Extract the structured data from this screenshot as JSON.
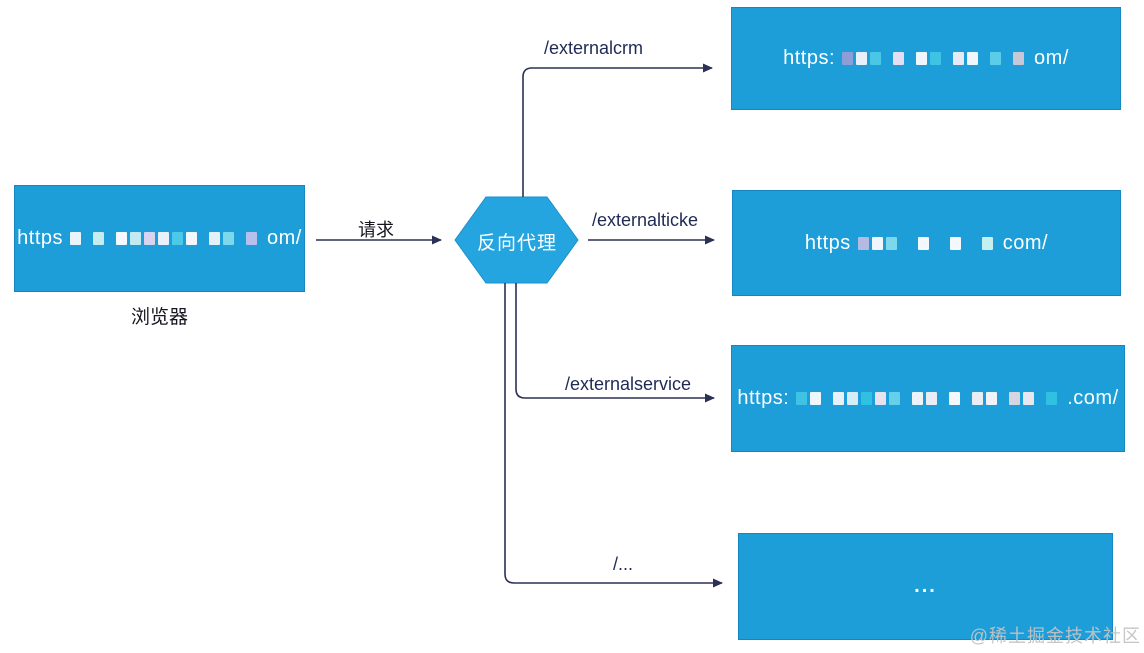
{
  "colors": {
    "node_fill": "#1d9ed9",
    "node_border": "#1486c4",
    "hexagon_fill": "#25a5e0",
    "hexagon_stroke": "#1b90cd",
    "line": "#2b3055",
    "label": "#1f2a55",
    "text_dark": "#15161f",
    "url_text": "#ffffff",
    "watermark": "#c3c3c5"
  },
  "browser": {
    "url_prefix": "https",
    "url_suffix": "om/",
    "caption": "浏览器",
    "censor": [
      "#e9f5fb",
      "",
      "#c6ecf2",
      "",
      "#f3f9fe",
      "#c3e9f1",
      "#d8d3ee",
      "#e9f2fb",
      "#4cc9e8",
      "#f1f7fd",
      "",
      "#e5f1f9",
      "#7ed8ec",
      "",
      "#b5c1ec"
    ]
  },
  "request": {
    "label": "请求"
  },
  "proxy": {
    "label": "反向代理"
  },
  "routes": [
    {
      "path": "/externalcrm",
      "url_prefix": "https:",
      "url_suffix": "om/",
      "censor": [
        "#8c9dd8",
        "#e9f0fa",
        "#4ac7e6",
        "",
        "#e3def0",
        "",
        "#eff6fc",
        "#3ec3e4",
        "",
        "#e9e9f3",
        "#f0f6fc",
        "",
        "#5ccde9",
        "",
        "#c7c7d8"
      ]
    },
    {
      "path": "/externalticke",
      "url_prefix": "https",
      "url_suffix": "com/",
      "censor": [
        "#b4bae2",
        "#f1f6fc",
        "#7ed8ec",
        "",
        "",
        "#f3f8fd",
        "",
        "",
        "#f3f8fd",
        "",
        "",
        "#c6f0f0"
      ]
    },
    {
      "path": "/externalservice",
      "url_prefix": "https:",
      "url_suffix": ".com/",
      "censor": [
        "#3ec3e4",
        "#eff6fc",
        "",
        "#e8f0f8",
        "#d6edf8",
        "#2fc0e2",
        "#e6e2f0",
        "#66cfe9",
        "",
        "#eef3f9",
        "#e9eef6",
        "",
        "#f3f8fd",
        "",
        "#e9eef6",
        "#f0f4fa",
        "",
        "#d6d6e0",
        "#e7e7ed",
        "",
        "#2fc0e2"
      ]
    },
    {
      "path": "/...",
      "placeholder": "..."
    }
  ],
  "watermark": "@稀土掘金技术社区"
}
